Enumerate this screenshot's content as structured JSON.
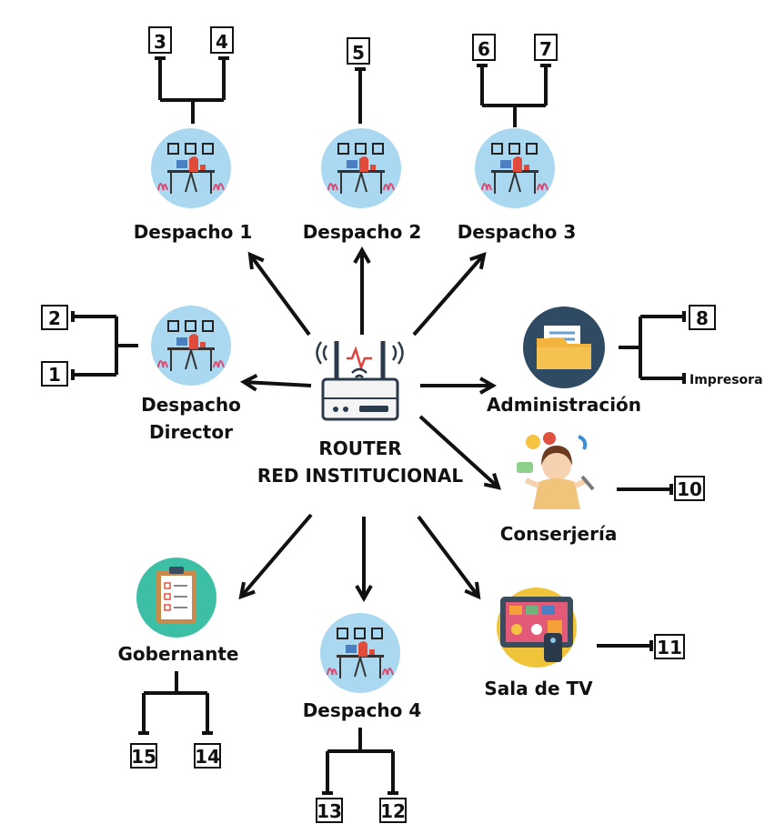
{
  "router": {
    "line1": "ROUTER",
    "line2": "RED INSTITUCIONAL"
  },
  "nodes": {
    "despacho1": {
      "label": "Despacho 1",
      "ports": [
        "3",
        "4"
      ]
    },
    "despacho2": {
      "label": "Despacho 2",
      "ports": [
        "5"
      ]
    },
    "despacho3": {
      "label": "Despacho 3",
      "ports": [
        "6",
        "7"
      ]
    },
    "director": {
      "label_line1": "Despacho",
      "label_line2": "Director",
      "ports": [
        "2",
        "1"
      ]
    },
    "administracion": {
      "label": "Administración",
      "ports": [
        "8"
      ],
      "printer": "Impresora"
    },
    "conserjeria": {
      "label": "Conserjería",
      "ports": [
        "10"
      ]
    },
    "salatv": {
      "label": "Sala de TV",
      "ports": [
        "11"
      ]
    },
    "despacho4": {
      "label": "Despacho 4",
      "ports": [
        "13",
        "12"
      ]
    },
    "gobernante": {
      "label": "Gobernante",
      "ports": [
        "15",
        "14"
      ]
    }
  },
  "icons": {
    "router": "wifi-router-icon",
    "office": "office-desk-icon",
    "folder": "folder-document-icon",
    "concierge": "concierge-person-icon",
    "tv": "television-icon",
    "clipboard": "clipboard-checklist-icon"
  },
  "colors": {
    "office_circle": "#a9d8f0",
    "admin_circle": "#2f4a63",
    "folder": "#f2b43c",
    "gobernante_circle": "#3cbfa5",
    "tv_circle": "#f0c43a"
  }
}
